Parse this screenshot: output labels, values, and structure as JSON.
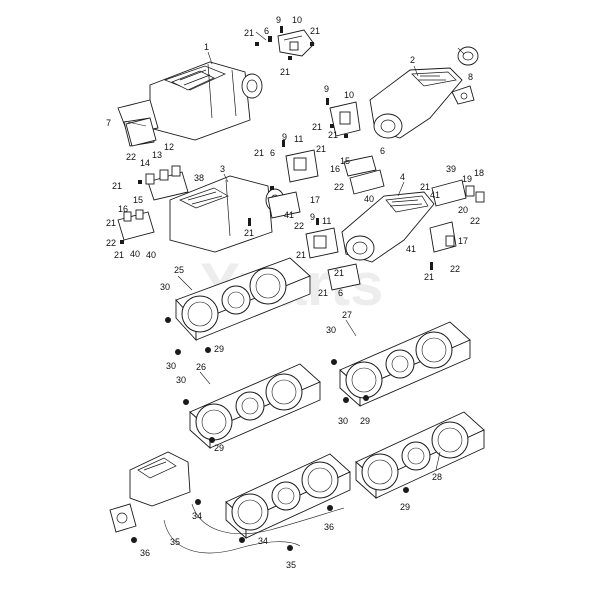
{
  "diagram": {
    "watermark": "Yparts",
    "callouts": [
      "1",
      "2",
      "3",
      "4",
      "6",
      "7",
      "8",
      "9",
      "10",
      "11",
      "12",
      "13",
      "14",
      "15",
      "16",
      "17",
      "18",
      "19",
      "20",
      "21",
      "22",
      "25",
      "26",
      "27",
      "28",
      "29",
      "30",
      "34",
      "35",
      "36",
      "38",
      "39",
      "40",
      "41"
    ]
  }
}
